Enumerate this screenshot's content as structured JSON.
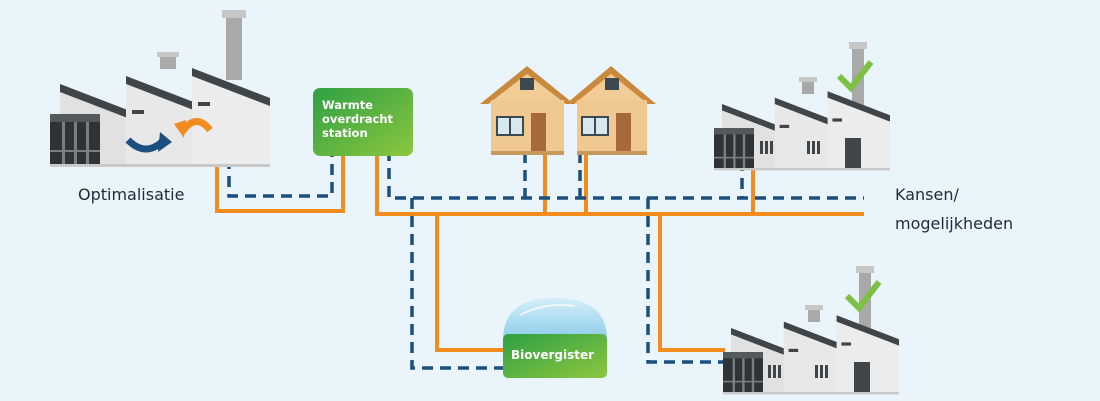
{
  "labels": {
    "left": "Optimalisatie",
    "right_line1": "Kansen/",
    "right_line2": "mogelijkheden"
  },
  "station": {
    "line1": "Warmte",
    "line2": "overdracht",
    "line3": "station"
  },
  "digester": {
    "label": "Biovergister"
  },
  "colors": {
    "background": "#eaf4fb",
    "heat_pipe": "#f28c1e",
    "return_pipe": "#1b4f80",
    "box_green": "#4bac3f",
    "check_green": "#7cc142",
    "dome_blue": "#a7d8ef"
  }
}
